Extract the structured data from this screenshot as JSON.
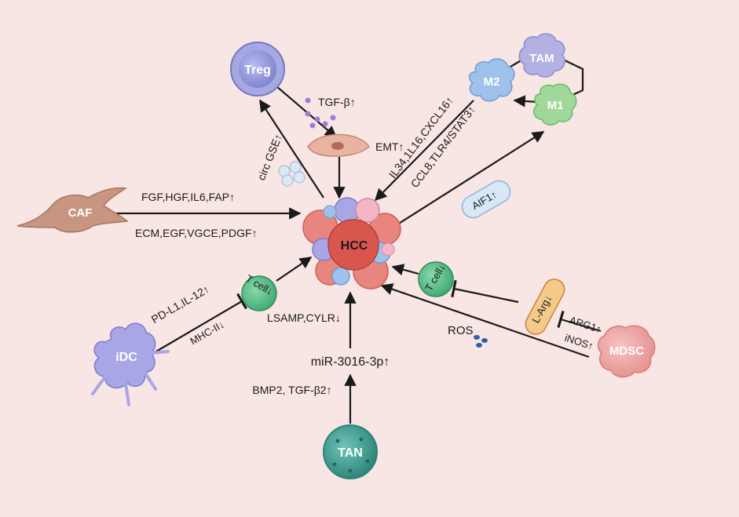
{
  "cells": {
    "hcc": "HCC",
    "treg": "Treg",
    "tam": "TAM",
    "m2": "M2",
    "m1": "M1",
    "caf": "CAF",
    "idc": "iDC",
    "tan": "TAN",
    "mdsc": "MDSC",
    "tcell_left": "T cell↓",
    "tcell_right": "T cell↓",
    "emt": "EMT↑",
    "aif1": "AIF1↑",
    "larg": "L-Arg↓"
  },
  "labels": {
    "tgf_beta": "TGF-β↑",
    "circ_gse": "circ GSE↑",
    "il34": "IL34,1L16,CXCL16↑",
    "ccl8": "CCL8,TLR4/STAT3↑",
    "caf_top": "FGF,HGF,IL6,FAP↑",
    "caf_bottom": "ECM,EGF,VGCE,PDGF↑",
    "pdl1": "PD-L1,IL-12↑",
    "mhc": "MHC-II↓",
    "lsamp": "LSAMP,CYLR↓",
    "mir": "miR-3016-3p↑",
    "bmp2": "BMP2, TGF-β2↑",
    "ros": "ROS",
    "arg1": "ARG1↑",
    "inos": "iNOS↑"
  },
  "colors": {
    "background": "#f8e6e4",
    "treg": "#8f93d6",
    "tam": "#b3b0e4",
    "m2": "#9fc2ec",
    "m1": "#9fd89a",
    "caf": "#c79580",
    "idc": "#a9a6e6",
    "tan": "#3d9f94",
    "mdsc": "#f1a6a6",
    "tcell": "#5dbf8c",
    "hcc": "#e8857e",
    "larg": "#f4c98a",
    "aif1": "#cde3f6"
  }
}
